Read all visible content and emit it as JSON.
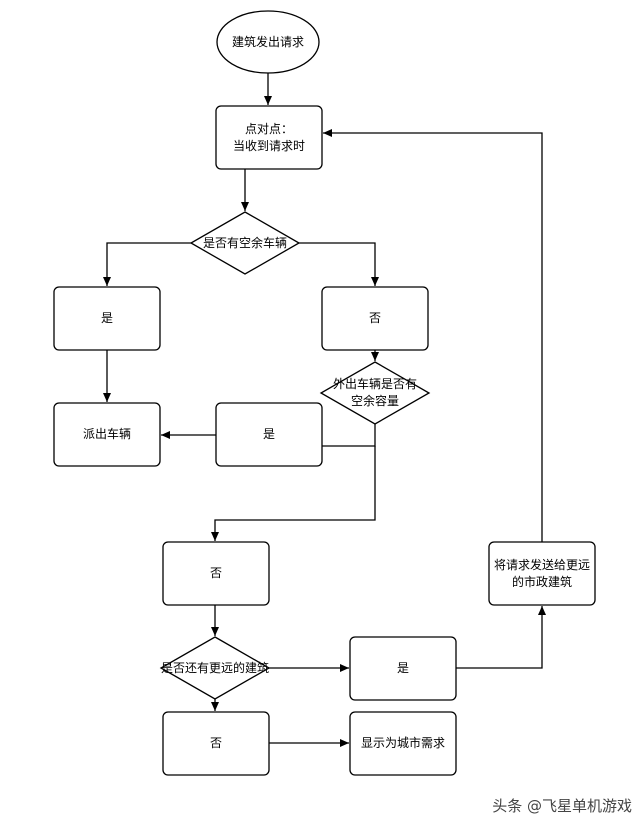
{
  "nodes": {
    "start": "建筑发出请求",
    "p2p": "点对点：\n当收到请求时",
    "has_free": "是否有空余车辆",
    "yes1": "是",
    "no1": "否",
    "ext_capacity": "外出车辆是否有\n空余容量",
    "dispatch": "派出车辆",
    "yes2": "是",
    "no2": "否",
    "farther": "是否还有更远的建筑",
    "yes3": "是",
    "send_farther": "将请求发送给更远\n的市政建筑",
    "no3": "否",
    "city_demand": "显示为城市需求"
  },
  "watermark": "头条 @飞星单机游戏"
}
